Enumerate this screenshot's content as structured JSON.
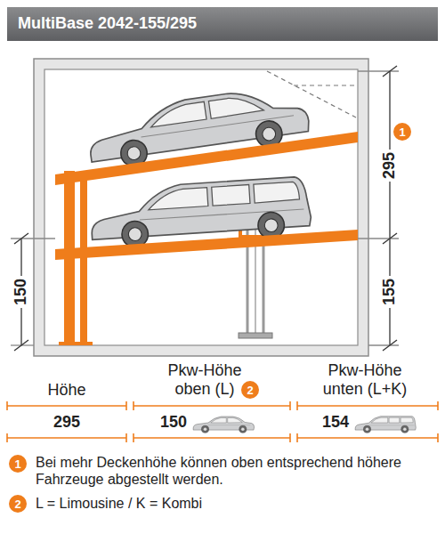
{
  "diagram": {
    "title": "MultiBase 2042-155/295",
    "nodes": [
      {
        "text": [
          "1"
        ]
      },
      {
        "text": [
          "2"
        ]
      },
      {
        "text": [
          "1"
        ]
      },
      {
        "text": [
          "2"
        ]
      }
    ],
    "labels": [
      "150",
      "295",
      "155",
      "Höhe",
      "Pkw-Höhe oben (L)",
      "Pkw-Höhe unten (L+K)",
      "295",
      "150",
      "154",
      "Bei mehr Deckenhöhe können oben entsprechend höhere Fahrzeuge abgestellt werden.",
      "L = Limousine / K = Kombi"
    ]
  }
}
